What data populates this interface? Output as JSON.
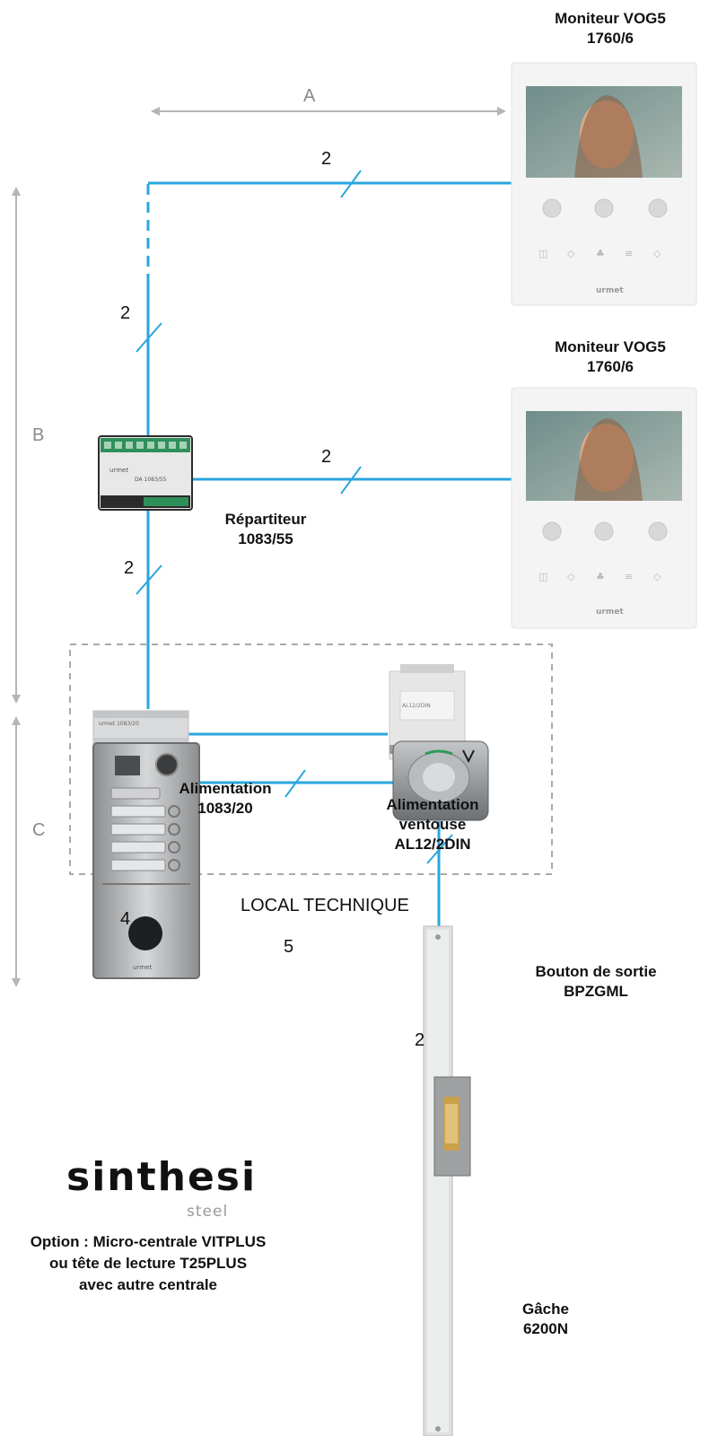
{
  "colors": {
    "cable": "#2aa6df",
    "dimension_arrow": "#b5b5b5",
    "dashed_box": "#a9a9a9"
  },
  "devices": {
    "monitor_top": {
      "line1": "Moniteur VOG5",
      "line2": "1760/6"
    },
    "monitor_bottom": {
      "line1": "Moniteur VOG5",
      "line2": "1760/6"
    },
    "distributor": {
      "line1": "Répartiteur",
      "line2": "1083/55"
    },
    "power_supply": {
      "line1": "Alimentation",
      "line2": "1083/20"
    },
    "lock_power_supply": {
      "line1": "Alimentation",
      "line2": "ventouse",
      "line3": "AL12/2DIN"
    },
    "exit_button": {
      "line1": "Bouton de sortie",
      "line2": "BPZGML"
    },
    "strike": {
      "line1": "Gâche",
      "line2": "6200N"
    }
  },
  "local_label": "LOCAL TECHNIQUE",
  "wire_counts": {
    "to_monitor_top": "2",
    "riser_upper": "2",
    "to_monitor_bottom": "2",
    "riser_lower": "2",
    "to_panel": "4",
    "to_exit_button": "5",
    "to_strike": "2"
  },
  "distances": {
    "a": "A",
    "b": "B",
    "c": "C"
  },
  "brand": {
    "name": "sinthesi",
    "sub": "steel"
  },
  "caption": {
    "line1": "Option : Micro-centrale VITPLUS",
    "line2": "ou tête de lecture T25PLUS",
    "line3": "avec autre centrale"
  }
}
